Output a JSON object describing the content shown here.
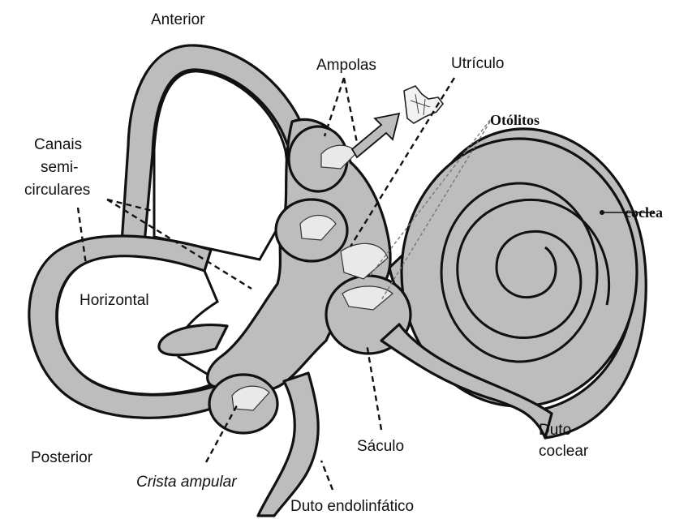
{
  "figure": {
    "labels": {
      "anterior": "Anterior",
      "ampolas": "Ampolas",
      "utriculo": "Utrículo",
      "otolitos": "Otólitos",
      "canais_1": "Canais",
      "canais_2": "semi-",
      "canais_3": "circulares",
      "horizontal": "Horizontal",
      "coclea": "coclea",
      "posterior": "Posterior",
      "crista": "Crista ampular",
      "saculo": "Sáculo",
      "duto_coclear_1": "Duto",
      "duto_coclear_2": "coclear",
      "duto_endolinfatico": "Duto endolinfático"
    }
  }
}
